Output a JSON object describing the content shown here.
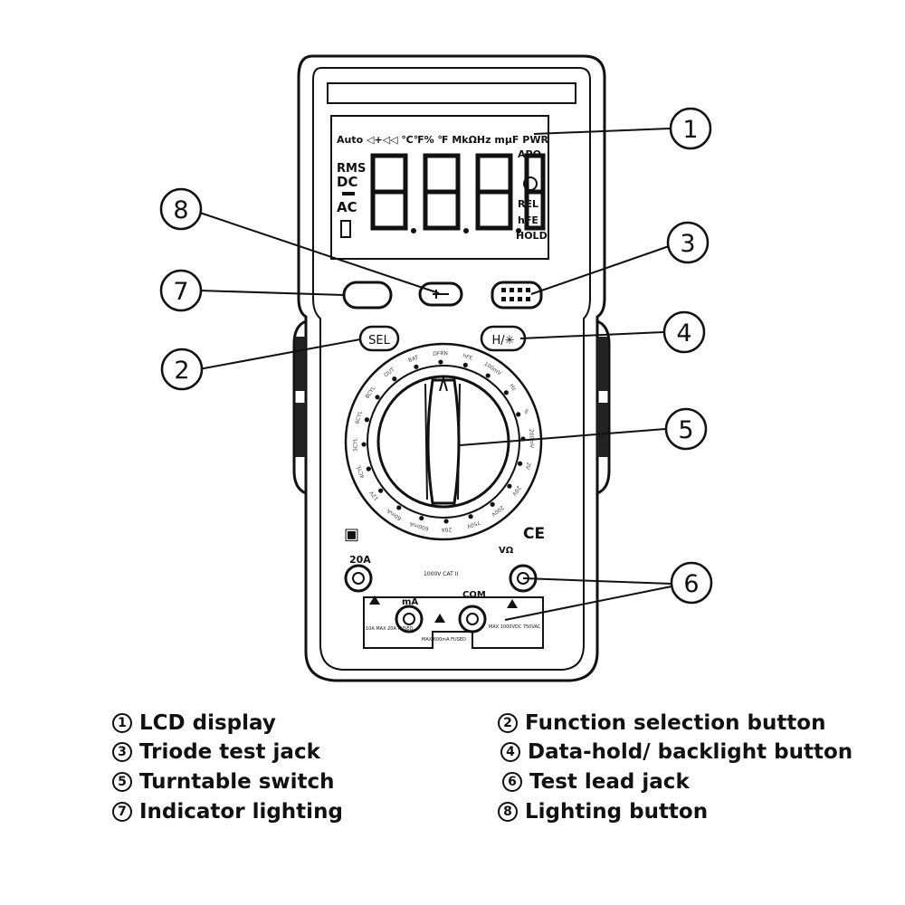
{
  "callouts": [
    {
      "num": "1",
      "desc": "LCD display"
    },
    {
      "num": "2",
      "desc": "Function selection button"
    },
    {
      "num": "3",
      "desc": "Triode test jack"
    },
    {
      "num": "4",
      "desc": "Data-hold/ backlight button"
    },
    {
      "num": "5",
      "desc": "Turntable switch"
    },
    {
      "num": "6",
      "desc": "Test lead jack"
    },
    {
      "num": "7",
      "desc": "Indicator lighting"
    },
    {
      "num": "8",
      "desc": "Lighting button"
    }
  ],
  "lcd": {
    "top_row": "Auto ◁+◁◁ ℃℉% ℉ MkΩHz mμF PWR",
    "digits": "8.8.8.8",
    "left_indicators": [
      "RMS",
      "DC",
      "AC"
    ],
    "right_indicators": [
      "APO",
      "REL",
      "hFE",
      "HOLD"
    ]
  },
  "buttons": {
    "sel": "SEL",
    "hold": "H/✳"
  },
  "dial": {
    "labels": [
      "BAT",
      "DFRN",
      "hFE",
      "100mV",
      "Hz",
      "%",
      "200mV",
      "2V",
      "20V",
      "200V",
      "750V",
      "20A",
      "600mA",
      "60mA",
      "12V",
      "4CYL",
      "5CYL",
      "6CYL",
      "8CYL",
      "OUT"
    ]
  },
  "marks": {
    "ce": "CE",
    "square": "▣"
  },
  "jacks": {
    "a20_label": "20A",
    "ma_label": "mA",
    "com_label": "COM",
    "v_label": "VΩ",
    "cat": "1000V CAT II",
    "fuse_20a": "10A MAX 20A FUSED",
    "fuse_ma": "MAX 600mA FUSED",
    "max_v": "MAX 1000VDC 750VAC"
  }
}
